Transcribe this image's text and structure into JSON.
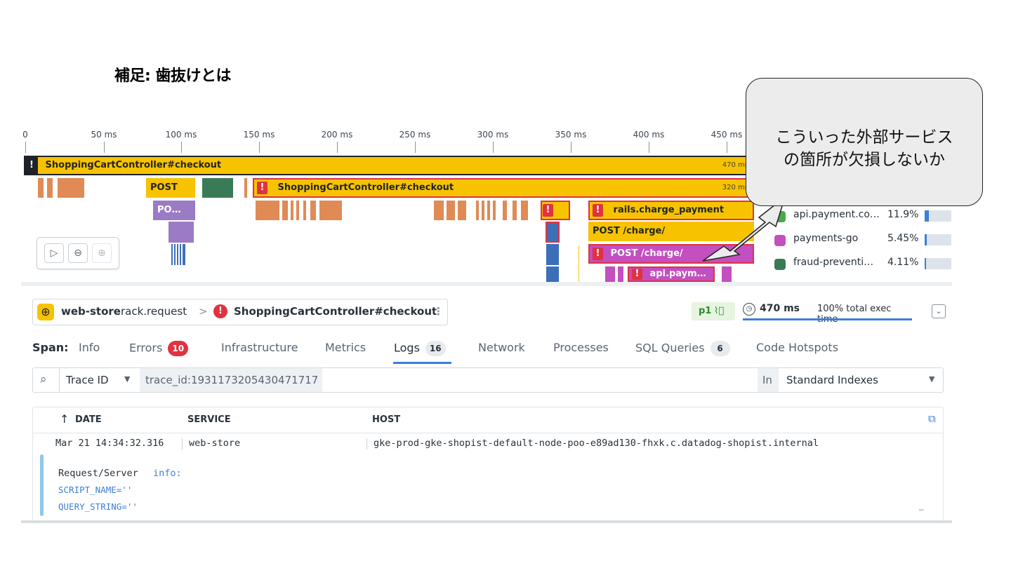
{
  "slide": {
    "title": "補足: 歯抜けとは"
  },
  "callout": {
    "line1": "こういった外部サービス",
    "line2": "の箇所が欠損しないか"
  },
  "ruler": {
    "ticks": [
      "0",
      "50 ms",
      "100 ms",
      "150 ms",
      "200 ms",
      "250 ms",
      "300 ms",
      "350 ms",
      "400 ms",
      "450 ms"
    ]
  },
  "flame": {
    "root": {
      "label": "ShoppingCartController#checkout",
      "duration": "470 ms"
    },
    "post": {
      "label": "POST"
    },
    "inner": {
      "label": "ShoppingCartController#checkout",
      "duration": "320 ms"
    },
    "po_short": {
      "label": "PO…"
    },
    "rails_charge": {
      "label": "rails.charge_payment"
    },
    "post_charge": {
      "label": "POST /charge/"
    },
    "post_charge_err": {
      "label": "POST /charge/"
    },
    "api_paym": {
      "label": "api.paym…"
    }
  },
  "legend": [
    {
      "name": "api.payment.co…",
      "percent": "11.9%",
      "share": 0.119,
      "color": "#4aa84a"
    },
    {
      "name": "payments-go",
      "percent": "5.45%",
      "share": 0.0545,
      "color": "#c34fc0"
    },
    {
      "name": "fraud-preventi…",
      "percent": "4.11%",
      "share": 0.0411,
      "color": "#3a7b57"
    }
  ],
  "breadcrumb": {
    "service": "web-store",
    "operation": "rack.request",
    "resource": "ShoppingCartController#checkout",
    "separator": ">"
  },
  "header_right": {
    "badge": "p1",
    "duration": "470 ms",
    "exec_time": "100% total exec time"
  },
  "tabs": {
    "span_label": "Span:",
    "items": [
      {
        "label": "Info"
      },
      {
        "label": "Errors",
        "count": "10"
      },
      {
        "label": "Infrastructure"
      },
      {
        "label": "Metrics"
      },
      {
        "label": "Logs",
        "count": "16"
      },
      {
        "label": "Network"
      },
      {
        "label": "Processes"
      },
      {
        "label": "SQL Queries",
        "count": "6"
      },
      {
        "label": "Code Hotspots"
      }
    ]
  },
  "search": {
    "field": "Trace ID",
    "query": "trace_id:1931173205430471717",
    "in_label": "In",
    "index": "Standard Indexes"
  },
  "logs": {
    "columns": {
      "date": "DATE",
      "service": "SERVICE",
      "host": "HOST"
    },
    "rows": [
      {
        "date": "Mar 21 14:34:32.316",
        "service": "web-store",
        "host": "gke-prod-gke-shopist-default-node-poo-e89ad130-fhxk.c.datadog-shopist.internal",
        "message_head": "Request/Server",
        "message_level": "info:",
        "lines": [
          "SCRIPT_NAME=''",
          "QUERY_STRING=''"
        ],
        "more": "…"
      }
    ]
  }
}
